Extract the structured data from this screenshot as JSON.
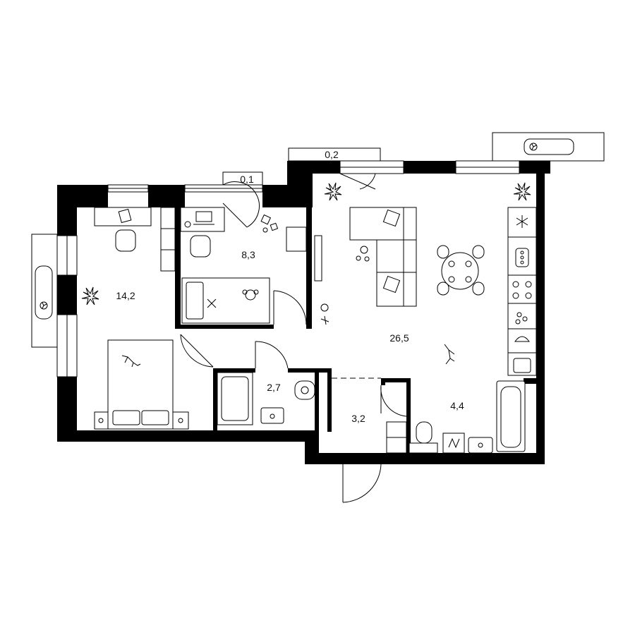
{
  "plan": {
    "rooms": [
      {
        "id": "bedroom",
        "area": "14,2"
      },
      {
        "id": "childroom",
        "area": "8,3"
      },
      {
        "id": "living-kitchen",
        "area": "26,5"
      },
      {
        "id": "bathroom-small",
        "area": "2,7"
      },
      {
        "id": "hall",
        "area": "3,2"
      },
      {
        "id": "bathroom",
        "area": "4,4"
      }
    ],
    "balconies": [
      {
        "id": "balcony-a",
        "area": "0,1"
      },
      {
        "id": "balcony-b",
        "area": "0,2"
      }
    ]
  }
}
